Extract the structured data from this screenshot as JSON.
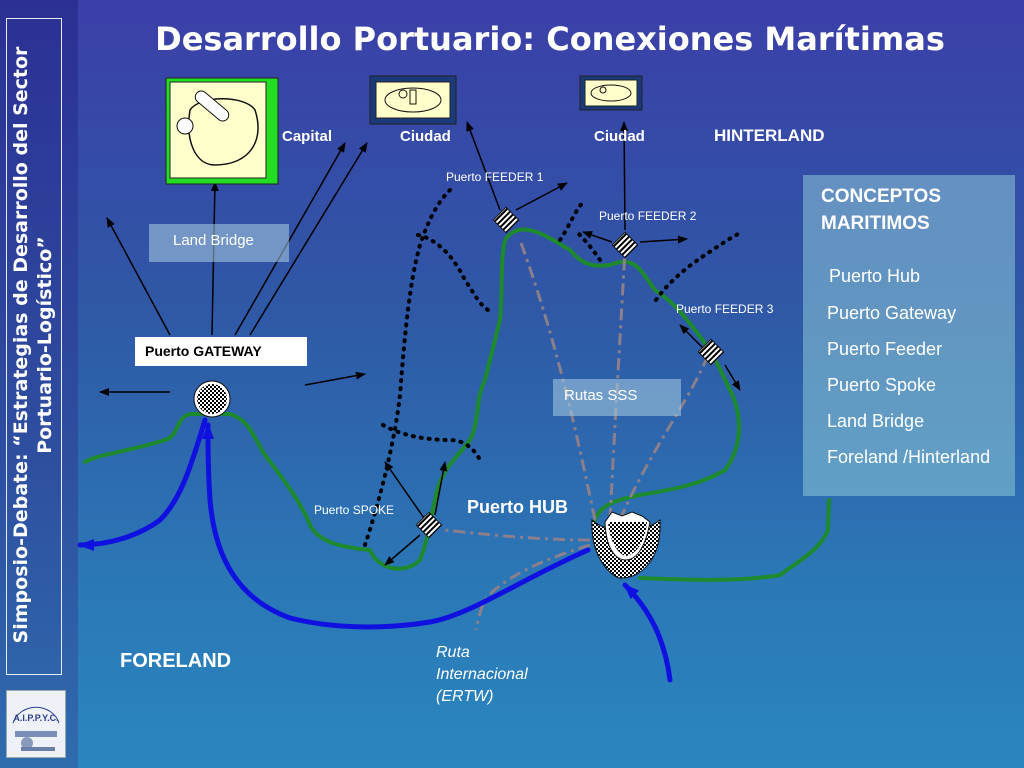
{
  "sidebar": {
    "vertical_title": "Simposio-Debate: “Estrategias de Desarrollo del Sector Portuario-Logístico”",
    "logo_text": "A.I.P.P.Y.C."
  },
  "title": "Desarrollo Portuario: Conexiones Marítimas",
  "labels": {
    "capital": "Capital",
    "ciudad_1": "Ciudad",
    "ciudad_2": "Ciudad",
    "hinterland": "HINTERLAND",
    "foreland": "FORELAND",
    "puerto_hub": "Puerto HUB",
    "puerto_gateway": "Puerto GATEWAY",
    "puerto_spoke": "Puerto SPOKE",
    "feeder_1": "Puerto FEEDER  1",
    "feeder_2": "Puerto FEEDER 2",
    "feeder_3": "Puerto FEEDER 3",
    "land_bridge": "Land Bridge",
    "rutas_sss": "Rutas SSS",
    "ruta_line1": "Ruta",
    "ruta_line2": "Internacional",
    "ruta_line3": "(ERTW)"
  },
  "concepts": {
    "heading_line1": "CONCEPTOS",
    "heading_line2": "MARITIMOS",
    "items": [
      "Puerto Hub",
      "Puerto Gateway",
      "Puerto Feeder",
      "Puerto Spoke",
      "Land Bridge",
      "Foreland /Hinterland"
    ]
  },
  "colors": {
    "coast": "#1e8a2e",
    "route_main": "#1010e0",
    "route_sss": "#8a7f8a",
    "background": "#2f58a6"
  }
}
